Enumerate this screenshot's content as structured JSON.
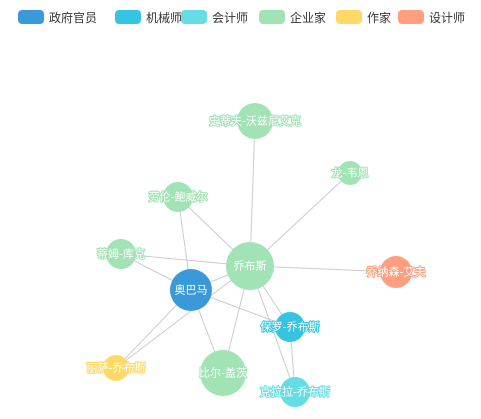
{
  "chart_data": {
    "type": "graph",
    "categories": [
      {
        "name": "政府官员",
        "color": "#3a9ad9"
      },
      {
        "name": "机械师",
        "color": "#35c4e2"
      },
      {
        "name": "会计师",
        "color": "#66dde4"
      },
      {
        "name": "企业家",
        "color": "#a1e3b5"
      },
      {
        "name": "作家",
        "color": "#ffd966"
      },
      {
        "name": "设计师",
        "color": "#ff9f7f"
      }
    ],
    "nodes": [
      {
        "id": "jobs",
        "name": "乔布斯",
        "category": 3
      },
      {
        "id": "obama",
        "name": "奥巴马",
        "category": 0
      },
      {
        "id": "wozniak",
        "name": "史蒂夫-沃兹尼艾克",
        "category": 3
      },
      {
        "id": "mauss",
        "name": "龙-韦恩",
        "category": 3
      },
      {
        "id": "bowel",
        "name": "劳伦-鲍威尔",
        "category": 3
      },
      {
        "id": "cook",
        "name": "蒂姆-库克",
        "category": 3
      },
      {
        "id": "ive",
        "name": "乔纳森-艾夫",
        "category": 5
      },
      {
        "id": "paul",
        "name": "保罗-乔布斯",
        "category": 1
      },
      {
        "id": "erin",
        "name": "丽萨-乔布斯",
        "category": 4
      },
      {
        "id": "gates",
        "name": "比尔-盖茨",
        "category": 3
      },
      {
        "id": "clara",
        "name": "克拉拉-乔布斯",
        "category": 2
      }
    ],
    "links": [
      [
        "jobs",
        "obama"
      ],
      [
        "jobs",
        "wozniak"
      ],
      [
        "jobs",
        "mauss"
      ],
      [
        "jobs",
        "bowel"
      ],
      [
        "jobs",
        "cook"
      ],
      [
        "jobs",
        "ive"
      ],
      [
        "jobs",
        "paul"
      ],
      [
        "jobs",
        "gates"
      ],
      [
        "jobs",
        "clara"
      ],
      [
        "obama",
        "bowel"
      ],
      [
        "obama",
        "cook"
      ],
      [
        "obama",
        "paul"
      ],
      [
        "obama",
        "erin"
      ],
      [
        "obama",
        "gates"
      ],
      [
        "paul",
        "clara"
      ],
      [
        "jobs",
        "erin"
      ]
    ]
  }
}
